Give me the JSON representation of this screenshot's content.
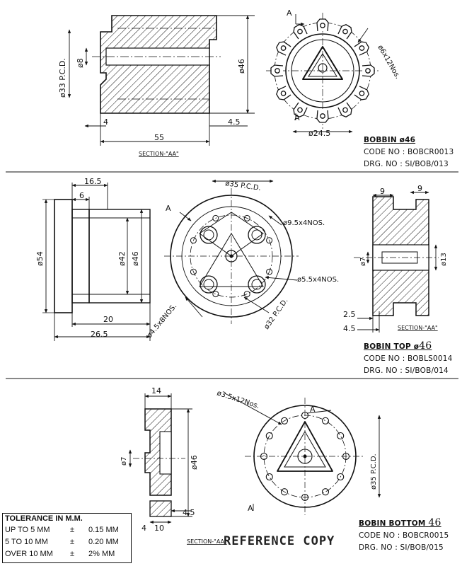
{
  "drawing1": {
    "dims": {
      "pcd33": "ø33 P.C.D.",
      "d8": "ø8",
      "d46": "ø46",
      "w4": "4",
      "w55": "55",
      "w45": "4.5",
      "d24_5": "ø24.5",
      "holes": "ø6x12Nos."
    },
    "section": "SECTION-\"AA\"",
    "marker_a": "A",
    "title": "BOBBIN ø46",
    "code": "CODE NO : BOBCR0013",
    "drg": "DRG. NO : SI/BOB/013"
  },
  "drawing2": {
    "dims": {
      "w16_5": "16.5",
      "w6": "6",
      "d54": "ø54",
      "d42": "ø42",
      "d46": "ø46",
      "w20": "20",
      "w26_5": "26.5",
      "pcd35": "ø35 P.C.D.",
      "holes9_5": "ø9.5x4NOS.",
      "holes5_5": "ø5.5x4NOS.",
      "holes4_5": "ø4.5x8NOS.",
      "pcd32": "ø32 P.C.D.",
      "w9a": "9",
      "w9b": "9",
      "d7": "ø7",
      "d13": "ø13",
      "w2_5": "2.5",
      "w4_5": "4.5"
    },
    "section": "SECTION-\"AA\"",
    "marker_a": "A",
    "title_prefix": "BOBIN TOP ø",
    "title_hand": "46",
    "code": "CODE NO : BOBLS0014",
    "drg": "DRG. NO : SI/BOB/014"
  },
  "drawing3": {
    "dims": {
      "w14": "14",
      "d7": "ø7",
      "d46": "ø46",
      "w45": "4.5",
      "w4": "4",
      "w10": "10",
      "holes": "ø3.5x12Nos.",
      "pcd35": "ø35 P.C.D."
    },
    "section": "SECTION-\"AA\"",
    "marker_a": "A",
    "title_prefix": "BOBIN BOTTOM",
    "title_hand": "46",
    "code": "CODE NO : BOBCR0015",
    "drg": "DRG. NO : SI/BOB/015"
  },
  "tolerance": {
    "header": "TOLERANCE IN M.M.",
    "rows": [
      {
        "range": "UP TO 5 MM",
        "pm": "±",
        "value": "0.15 MM"
      },
      {
        "range": "5 TO 10 MM",
        "pm": "±",
        "value": "0.20 MM"
      },
      {
        "range": "OVER 10 MM",
        "pm": "±",
        "value": "2% MM"
      }
    ]
  },
  "stamp": "REFERENCE COPY"
}
